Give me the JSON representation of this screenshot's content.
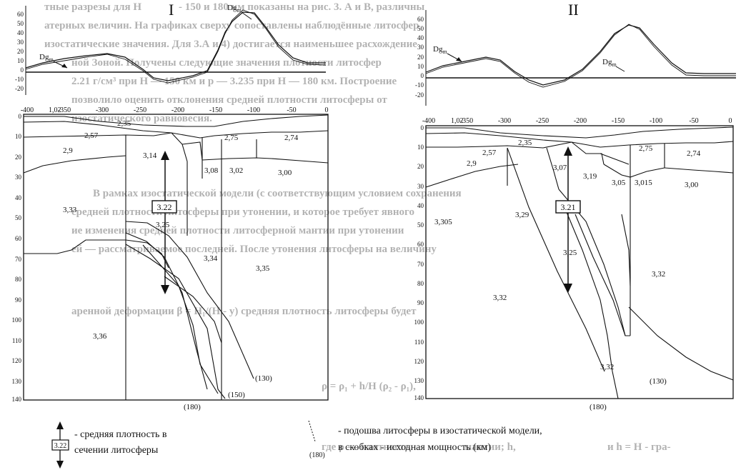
{
  "figure": {
    "panels": [
      {
        "id": "I",
        "title": "I",
        "gravity_label": "Dg",
        "gravity_label_sub": "m",
        "gravity_axis": {
          "ticks": [
            "60",
            "50",
            "40",
            "30",
            "20",
            "10",
            "0",
            "-10",
            "-20"
          ]
        },
        "x_ticks": [
          "-400",
          "-350",
          "-300",
          "-250",
          "-200",
          "-150",
          "-100",
          "-50",
          "0"
        ],
        "depth_ticks": [
          "0",
          "10",
          "20",
          "30",
          "40",
          "50",
          "60",
          "70",
          "80",
          "90",
          "100",
          "110",
          "120",
          "130",
          "140"
        ],
        "label_102": "1,02",
        "density_labels": [
          "2,35",
          "2,57",
          "2,9",
          "3,14",
          "2,75",
          "2,74",
          "3,08",
          "3,02",
          "3,00",
          "3,33",
          "3,25",
          "3,34",
          "3,35",
          "3,36"
        ],
        "avg_density_box": "3.22",
        "thickness_labels": [
          "(130)",
          "(150)",
          "(180)"
        ]
      },
      {
        "id": "II",
        "title": "II",
        "gravity_label": "Dg",
        "gravity_label_sub": "m",
        "gravity_axis": {
          "ticks": [
            "60",
            "50",
            "40",
            "30",
            "20",
            "10",
            "0",
            "-10",
            "-20"
          ]
        },
        "x_ticks": [
          "-400",
          "-350",
          "-300",
          "-250",
          "-200",
          "-150",
          "-100",
          "-50",
          "0"
        ],
        "depth_ticks": [
          "0",
          "10",
          "20",
          "30",
          "40",
          "50",
          "60",
          "70",
          "80",
          "90",
          "100",
          "110",
          "120",
          "130",
          "140"
        ],
        "label_102": "1,02",
        "density_labels": [
          "2,35",
          "2,57",
          "2,9",
          "3,07",
          "2,75",
          "2,74",
          "3,19",
          "3,05",
          "3,015",
          "3,00",
          "3,29",
          "3,305",
          "3,25",
          "3,32",
          "3,32",
          "3,32"
        ],
        "avg_density_box": "3.21",
        "thickness_labels": [
          "(130)",
          "(180)"
        ]
      }
    ],
    "legend": {
      "sample_value": "3.22",
      "line1": "- средняя плотность в",
      "line2": "сечении литосферы",
      "line3": "- подошва литосферы в изостатической модели,",
      "line4": "в скобках - исходная мощность (км)",
      "sample_thickness": "(180)"
    }
  },
  "background_text": [
    "тные разрезы для Н",
    "- 150 и 180 км показаны на рис. 3. А и В, различны",
    "атерных величин. На графиках сверху сопоставлены наблюдённые литосфер",
    "изостатические значения. Для 3.А и 4) достигается наименьшее расхождение",
    "ной Зоной. Получены следующие значения плотности литосфер",
    "2.21 г/см³ при Н — 150 км и р — 3.235 при Н — 180 км. Построение",
    "позволило оценить отклонения средней плотности литосферы от",
    "изостатического равновесия.",
    "В рамках изостатической модели (с соответствующим условием сохранения",
    "средней плотности литосферы при утонении, и которое требует явного",
    "ие изменения средней плотности литосферной мантии при утонении",
    "ей — рассматриваемое последней. После утонения литосферы на величину",
    "аренной деформации β = H₁/(H - y) средняя плотность литосферы будет",
    "ρ = ρ₁ + h/H (ρ₂ - ρ₁),",
    "где ρ — плотность",
    "мантии; h,",
    "и h = H - гра-"
  ]
}
